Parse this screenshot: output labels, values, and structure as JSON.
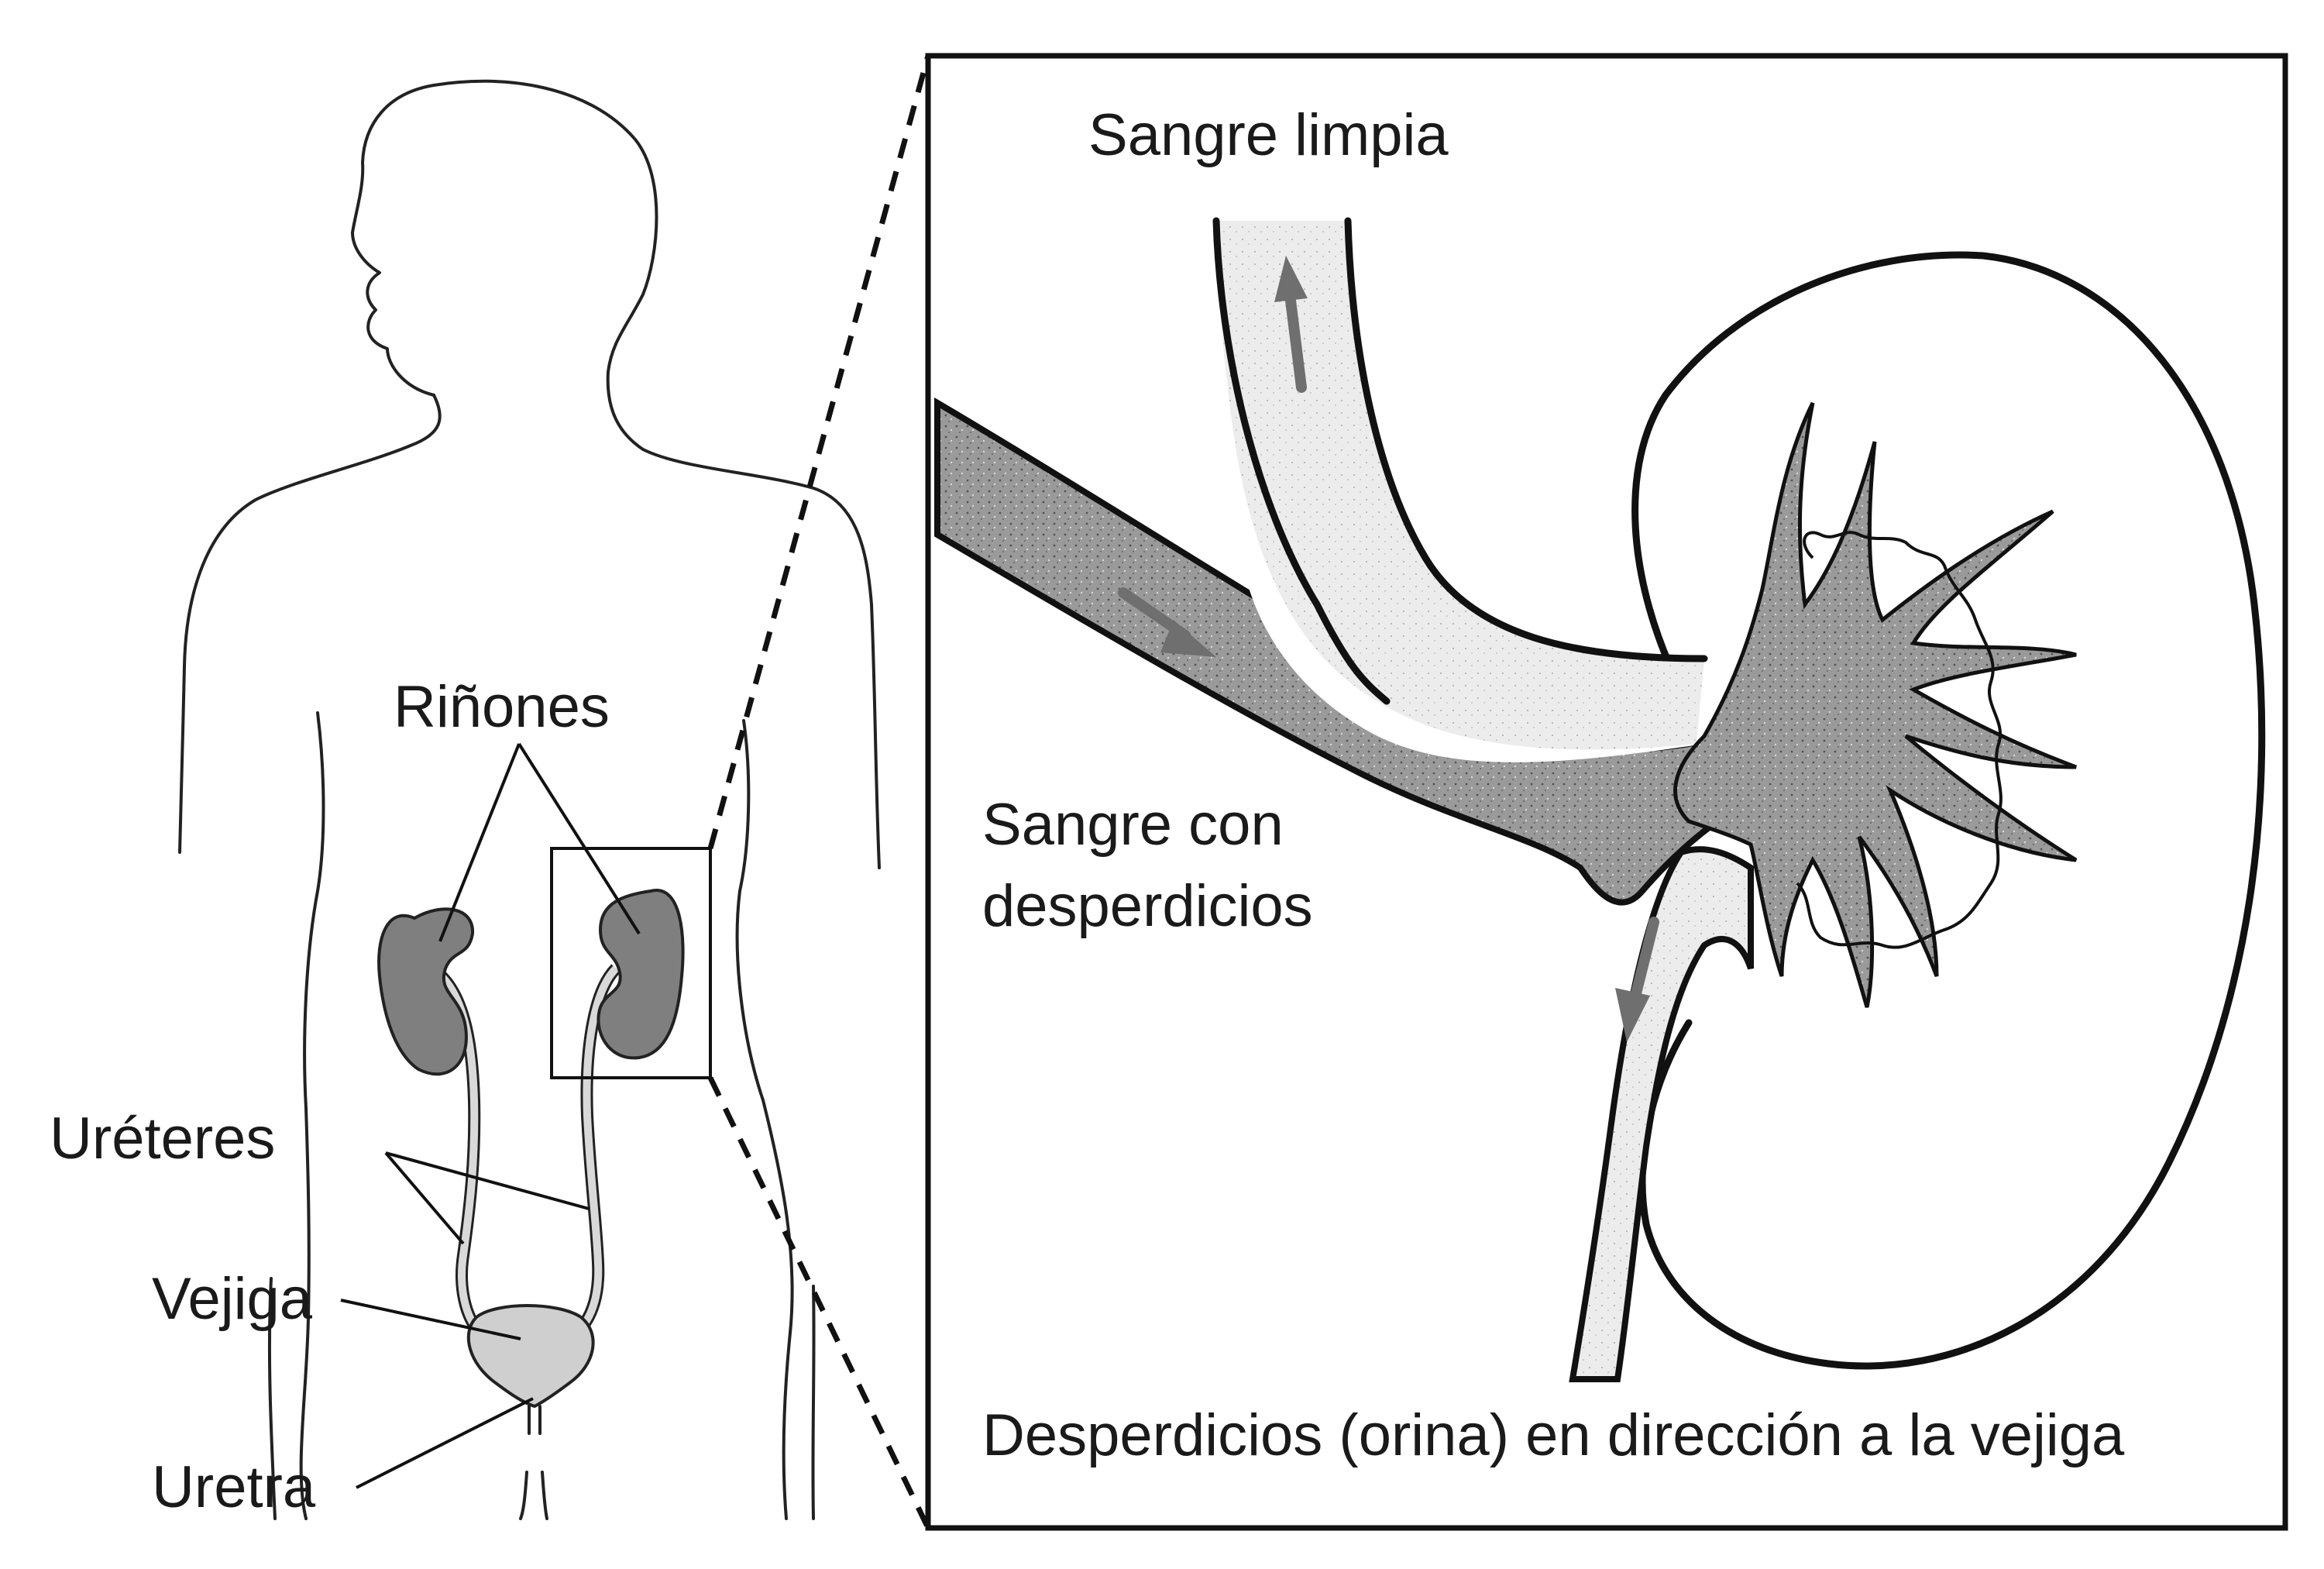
{
  "labels": {
    "kidneys": "Riñones",
    "ureters": "Uréteres",
    "bladder": "Vejiga",
    "urethra": "Uretra",
    "clean_blood": "Sangre limpia",
    "blood_with_waste_line1": "Sangre con",
    "blood_with_waste_line2": "desperdicios",
    "urine_to_bladder": "Desperdicios (orina) en dirección a la vejiga"
  },
  "colors": {
    "outline": "#222222",
    "kidney_fill": "#7f7f7f",
    "ureter_fill": "#d9d9d9",
    "bladder_fill": "#cfcfcf",
    "waste_blood_fill": "#9a9a9a",
    "clean_blood_fill": "#ebebeb",
    "arrow": "#6f6f6f"
  }
}
